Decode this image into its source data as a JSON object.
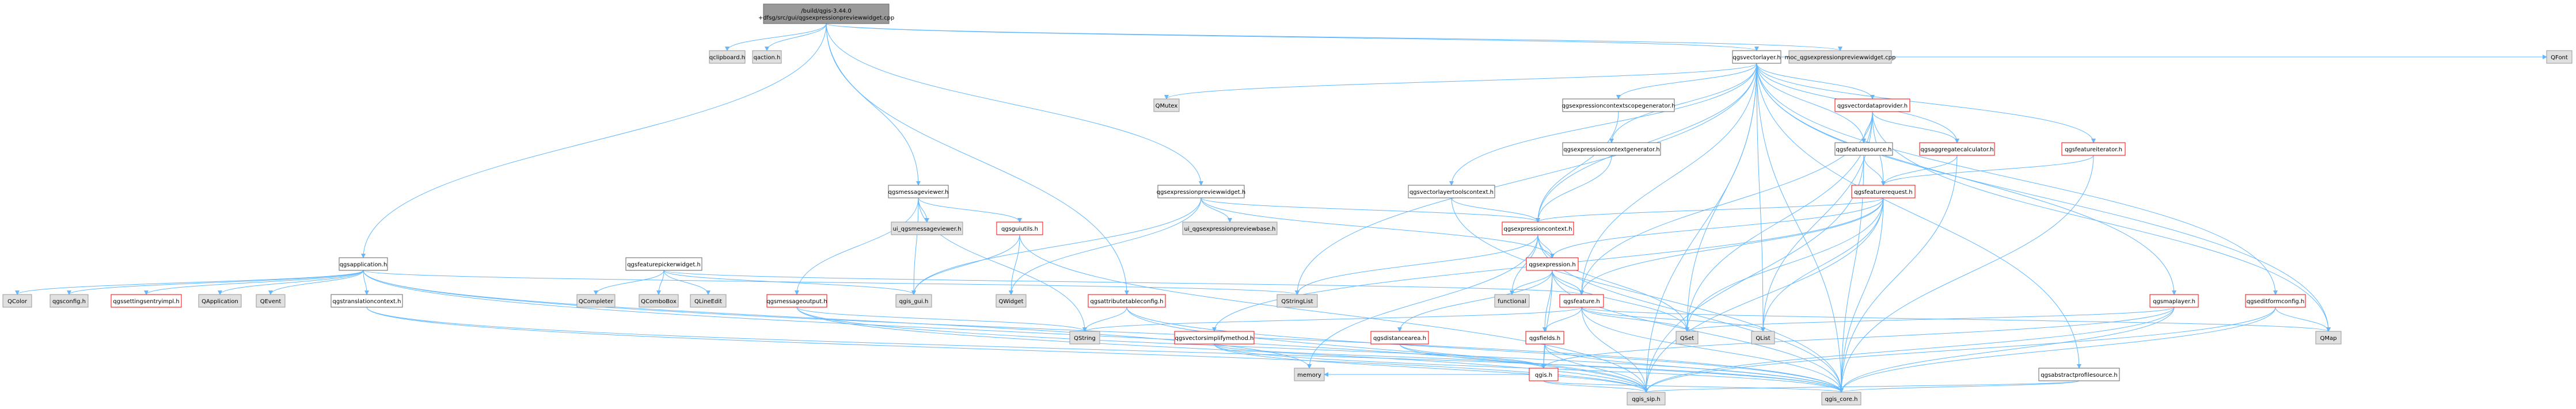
{
  "diagram": {
    "type": "include-dependency-graph",
    "colors": {
      "root_fill": "#999999",
      "gray_fill": "#e0e0e0",
      "gray_stroke": "#999999",
      "white_fill": "#ffffff",
      "red_stroke": "#ff0000",
      "black_stroke": "#666666",
      "edge_blue": "#63b8ff",
      "edge_red": "#ff6666"
    },
    "nodes": [
      {
        "id": "root",
        "lines": [
          "/build/qgis-3.44.0",
          "+dfsg/src/gui/qgsexpressionpreviewwidget.cpp"
        ],
        "style": "root"
      },
      {
        "id": "qclipboard",
        "lines": [
          "qclipboard.h"
        ],
        "style": "gray"
      },
      {
        "id": "qaction",
        "lines": [
          "qaction.h"
        ],
        "style": "gray"
      },
      {
        "id": "qgsapplication",
        "lines": [
          "qgsapplication.h"
        ],
        "style": "white"
      },
      {
        "id": "qgsmessageviewer",
        "lines": [
          "qgsmessageviewer.h"
        ],
        "style": "white"
      },
      {
        "id": "qgsexpressionpreviewwidget_h",
        "lines": [
          "qgsexpressionpreviewwidget.h"
        ],
        "style": "white"
      },
      {
        "id": "qgsvectorlayer",
        "lines": [
          "qgsvectorlayer.h"
        ],
        "style": "white"
      },
      {
        "id": "moc",
        "lines": [
          "moc_qgsexpressionpreviewwidget.cpp"
        ],
        "style": "gray"
      },
      {
        "id": "qmutex",
        "lines": [
          "QMutex"
        ],
        "style": "gray"
      },
      {
        "id": "qfont",
        "lines": [
          "QFont"
        ],
        "style": "gray"
      },
      {
        "id": "ctxscopegen",
        "lines": [
          "qgsexpressioncontextscopegenerator.h"
        ],
        "style": "white"
      },
      {
        "id": "ctxgen",
        "lines": [
          "qgsexpressioncontextgenerator.h"
        ],
        "style": "white"
      },
      {
        "id": "vectordataprovider",
        "lines": [
          "qgsvectordataprovider.h"
        ],
        "style": "red"
      },
      {
        "id": "featuresource",
        "lines": [
          "qgsfeaturesource.h"
        ],
        "style": "white"
      },
      {
        "id": "aggcalc",
        "lines": [
          "qgsaggregatecalculator.h"
        ],
        "style": "red"
      },
      {
        "id": "featureiterator",
        "lines": [
          "qgsfeatureiterator.h"
        ],
        "style": "red"
      },
      {
        "id": "featurerequest",
        "lines": [
          "qgsfeaturerequest.h"
        ],
        "style": "red"
      },
      {
        "id": "vltoolsctx",
        "lines": [
          "qgsvectorlayertoolscontext.h"
        ],
        "style": "white"
      },
      {
        "id": "expressioncontext",
        "lines": [
          "qgsexpressioncontext.h"
        ],
        "style": "red"
      },
      {
        "id": "expression",
        "lines": [
          "qgsexpression.h"
        ],
        "style": "red"
      },
      {
        "id": "feature",
        "lines": [
          "qgsfeature.h"
        ],
        "style": "red"
      },
      {
        "id": "mapleyer",
        "lines": [
          "qgsmaplayer.h"
        ],
        "style": "red"
      },
      {
        "id": "editformconfig",
        "lines": [
          "qgseditformconfig.h"
        ],
        "style": "red"
      },
      {
        "id": "qmap",
        "lines": [
          "QMap"
        ],
        "style": "gray"
      },
      {
        "id": "ui_previewbase",
        "lines": [
          "ui_qgsexpressionpreviewbase.h"
        ],
        "style": "gray"
      },
      {
        "id": "ui_msgviewer",
        "lines": [
          "ui_qgsmessageviewer.h"
        ],
        "style": "gray"
      },
      {
        "id": "qgsguiutils",
        "lines": [
          "qgsguiutils.h"
        ],
        "style": "red"
      },
      {
        "id": "featurepicker",
        "lines": [
          "qgsfeaturepickerwidget.h"
        ],
        "style": "white"
      },
      {
        "id": "qcolor",
        "lines": [
          "QColor"
        ],
        "style": "gray"
      },
      {
        "id": "qgsconfig",
        "lines": [
          "qgsconfig.h"
        ],
        "style": "gray"
      },
      {
        "id": "sentry",
        "lines": [
          "qgssettingsentryimpl.h"
        ],
        "style": "red"
      },
      {
        "id": "qapplication",
        "lines": [
          "QApplication"
        ],
        "style": "gray"
      },
      {
        "id": "qevent",
        "lines": [
          "QEvent"
        ],
        "style": "gray"
      },
      {
        "id": "translation",
        "lines": [
          "qgstranslationcontext.h"
        ],
        "style": "white"
      },
      {
        "id": "qcompleter",
        "lines": [
          "QCompleter"
        ],
        "style": "gray"
      },
      {
        "id": "qcombobox",
        "lines": [
          "QComboBox"
        ],
        "style": "gray"
      },
      {
        "id": "qlineedit",
        "lines": [
          "QLineEdit"
        ],
        "style": "gray"
      },
      {
        "id": "qgis_gui",
        "lines": [
          "qgis_gui.h"
        ],
        "style": "gray"
      },
      {
        "id": "qwidget",
        "lines": [
          "QWidget"
        ],
        "style": "gray"
      },
      {
        "id": "msgoutput",
        "lines": [
          "qgsmessageoutput.h"
        ],
        "style": "red"
      },
      {
        "id": "attrtableconfig",
        "lines": [
          "qgsattributetableconfig.h"
        ],
        "style": "red"
      },
      {
        "id": "qstringlist",
        "lines": [
          "QStringList"
        ],
        "style": "gray"
      },
      {
        "id": "functional",
        "lines": [
          "functional"
        ],
        "style": "gray"
      },
      {
        "id": "qset",
        "lines": [
          "QSet"
        ],
        "style": "gray"
      },
      {
        "id": "qlist",
        "lines": [
          "QList"
        ],
        "style": "gray"
      },
      {
        "id": "qstring",
        "lines": [
          "QString"
        ],
        "style": "gray"
      },
      {
        "id": "simplify",
        "lines": [
          "qgsvectorsimplifymethod.h"
        ],
        "style": "red"
      },
      {
        "id": "distancearea",
        "lines": [
          "qgsdistancearea.h"
        ],
        "style": "red"
      },
      {
        "id": "fields",
        "lines": [
          "qgsfields.h"
        ],
        "style": "red"
      },
      {
        "id": "qgis",
        "lines": [
          "qgis.h"
        ],
        "style": "red"
      },
      {
        "id": "memory",
        "lines": [
          "memory"
        ],
        "style": "gray"
      },
      {
        "id": "qgis_sip",
        "lines": [
          "qgis_sip.h"
        ],
        "style": "gray"
      },
      {
        "id": "qgis_core",
        "lines": [
          "qgis_core.h"
        ],
        "style": "gray"
      },
      {
        "id": "abstractprofile",
        "lines": [
          "qgsabstractprofilesource.h"
        ],
        "style": "white"
      }
    ],
    "edges": [
      [
        "root",
        "qclipboard"
      ],
      [
        "root",
        "qaction"
      ],
      [
        "root",
        "qgsapplication"
      ],
      [
        "root",
        "qgsmessageviewer"
      ],
      [
        "root",
        "qgsexpressionpreviewwidget_h"
      ],
      [
        "root",
        "qgsvectorlayer"
      ],
      [
        "root",
        "moc"
      ],
      [
        "root",
        "attrtableconfig"
      ],
      [
        "qgsvectorlayer",
        "qmutex"
      ],
      [
        "qgsvectorlayer",
        "qfont"
      ],
      [
        "qgsvectorlayer",
        "ctxscopegen"
      ],
      [
        "qgsvectorlayer",
        "ctxgen"
      ],
      [
        "qgsvectorlayer",
        "vectordataprovider"
      ],
      [
        "qgsvectorlayer",
        "featuresource"
      ],
      [
        "qgsvectorlayer",
        "aggcalc"
      ],
      [
        "qgsvectorlayer",
        "featureiterator"
      ],
      [
        "qgsvectorlayer",
        "vltoolsctx"
      ],
      [
        "qgsvectorlayer",
        "mapleyer"
      ],
      [
        "qgsvectorlayer",
        "editformconfig"
      ],
      [
        "qgsvectorlayer",
        "qmap"
      ],
      [
        "qgsvectorlayer",
        "abstractprofile"
      ],
      [
        "qgsvectorlayer",
        "qset"
      ],
      [
        "qgsvectorlayer",
        "qlist"
      ],
      [
        "qgsvectorlayer",
        "qstringlist"
      ],
      [
        "qgsvectorlayer",
        "feature"
      ],
      [
        "qgsvectorlayer",
        "expressioncontext"
      ],
      [
        "qgsvectorlayer",
        "qgis_core"
      ],
      [
        "qgsvectorlayer",
        "qgis_sip"
      ],
      [
        "ctxscopegen",
        "expressioncontext"
      ],
      [
        "ctxgen",
        "expressioncontext"
      ],
      [
        "vectordataprovider",
        "featuresource"
      ],
      [
        "vectordataprovider",
        "aggcalc"
      ],
      [
        "vectordataprovider",
        "featurerequest"
      ],
      [
        "vectordataprovider",
        "feature"
      ],
      [
        "vectordataprovider",
        "qset"
      ],
      [
        "vectordataprovider",
        "qlist"
      ],
      [
        "vectordataprovider",
        "qmap"
      ],
      [
        "featuresource",
        "featurerequest"
      ],
      [
        "featuresource",
        "qgis_core"
      ],
      [
        "featuresource",
        "qgis_sip"
      ],
      [
        "aggcalc",
        "featurerequest"
      ],
      [
        "aggcalc",
        "qgis_core"
      ],
      [
        "featureiterator",
        "featurerequest"
      ],
      [
        "featureiterator",
        "qgis_core"
      ],
      [
        "featurerequest",
        "expression"
      ],
      [
        "featurerequest",
        "expressioncontext"
      ],
      [
        "featurerequest",
        "feature"
      ],
      [
        "featurerequest",
        "simplify"
      ],
      [
        "featurerequest",
        "qset"
      ],
      [
        "featurerequest",
        "qlist"
      ],
      [
        "featurerequest",
        "qgis_core"
      ],
      [
        "featurerequest",
        "qgis_sip"
      ],
      [
        "vltoolsctx",
        "expressioncontext"
      ],
      [
        "vltoolsctx",
        "qgis_core"
      ],
      [
        "expressioncontext",
        "expression"
      ],
      [
        "expressioncontext",
        "qstringlist"
      ],
      [
        "expressioncontext",
        "functional"
      ],
      [
        "expressioncontext",
        "qset"
      ],
      [
        "expressioncontext",
        "memory"
      ],
      [
        "expressioncontext",
        "qgis_core"
      ],
      [
        "expression",
        "feature"
      ],
      [
        "expression",
        "fields"
      ],
      [
        "expression",
        "distancearea"
      ],
      [
        "expression",
        "qset"
      ],
      [
        "expression",
        "functional"
      ],
      [
        "expression",
        "qgis"
      ],
      [
        "expression",
        "qgis_core"
      ],
      [
        "feature",
        "fields"
      ],
      [
        "feature",
        "qset"
      ],
      [
        "feature",
        "qlist"
      ],
      [
        "feature",
        "qmap"
      ],
      [
        "feature",
        "qstring"
      ],
      [
        "feature",
        "qgis_core"
      ],
      [
        "feature",
        "qgis_sip"
      ],
      [
        "mapleyer",
        "qset"
      ],
      [
        "mapleyer",
        "qgis"
      ],
      [
        "mapleyer",
        "qgis_core"
      ],
      [
        "mapleyer",
        "qgis_sip"
      ],
      [
        "editformconfig",
        "qmap"
      ],
      [
        "editformconfig",
        "qgis_core"
      ],
      [
        "editformconfig",
        "qgis_sip"
      ],
      [
        "qgsexpressionpreviewwidget_h",
        "ui_previewbase"
      ],
      [
        "qgsexpressionpreviewwidget_h",
        "expressioncontext"
      ],
      [
        "qgsexpressionpreviewwidget_h",
        "expression"
      ],
      [
        "qgsexpressionpreviewwidget_h",
        "qgis_gui"
      ],
      [
        "qgsexpressionpreviewwidget_h",
        "qwidget"
      ],
      [
        "qgsmessageviewer",
        "ui_msgviewer"
      ],
      [
        "qgsmessageviewer",
        "qgsguiutils"
      ],
      [
        "qgsmessageviewer",
        "msgoutput"
      ],
      [
        "qgsmessageviewer",
        "qgis_gui"
      ],
      [
        "qgsmessageviewer",
        "qstring"
      ],
      [
        "qgsguiutils",
        "qgis_gui"
      ],
      [
        "qgsguiutils",
        "qwidget"
      ],
      [
        "qgsguiutils",
        "qgis_sip"
      ],
      [
        "featurepicker",
        "qcompleter"
      ],
      [
        "featurepicker",
        "qcombobox"
      ],
      [
        "featurepicker",
        "qlineedit"
      ],
      [
        "featurepicker",
        "qgis_gui"
      ],
      [
        "featurepicker",
        "feature"
      ],
      [
        "qgsapplication",
        "qcolor"
      ],
      [
        "qgsapplication",
        "qgsconfig"
      ],
      [
        "qgsapplication",
        "sentry"
      ],
      [
        "qgsapplication",
        "qapplication"
      ],
      [
        "qgsapplication",
        "qevent"
      ],
      [
        "qgsapplication",
        "translation"
      ],
      [
        "qgsapplication",
        "qstringlist"
      ],
      [
        "qgsapplication",
        "memory"
      ],
      [
        "qgsapplication",
        "qgis_core"
      ],
      [
        "qgsapplication",
        "qgis_sip"
      ],
      [
        "translation",
        "qgis_core"
      ],
      [
        "translation",
        "qgis_sip"
      ],
      [
        "msgoutput",
        "qstring"
      ],
      [
        "msgoutput",
        "qgis_core"
      ],
      [
        "msgoutput",
        "qgis_sip"
      ],
      [
        "attrtableconfig",
        "qstring"
      ],
      [
        "attrtableconfig",
        "qgis_core"
      ],
      [
        "attrtableconfig",
        "qgis_sip"
      ],
      [
        "simplify",
        "qgis"
      ],
      [
        "simplify",
        "qgis_core"
      ],
      [
        "simplify",
        "qgis_sip"
      ],
      [
        "distancearea",
        "qgis"
      ],
      [
        "distancearea",
        "qgis_core"
      ],
      [
        "fields",
        "qgis"
      ],
      [
        "fields",
        "qgis_core"
      ],
      [
        "fields",
        "qgis_sip"
      ],
      [
        "qgis",
        "memory"
      ],
      [
        "qgis",
        "qgis_core"
      ],
      [
        "qgis",
        "qgis_sip"
      ],
      [
        "abstractprofile",
        "qgis_core"
      ],
      [
        "abstractprofile",
        "qgis_sip"
      ]
    ]
  }
}
